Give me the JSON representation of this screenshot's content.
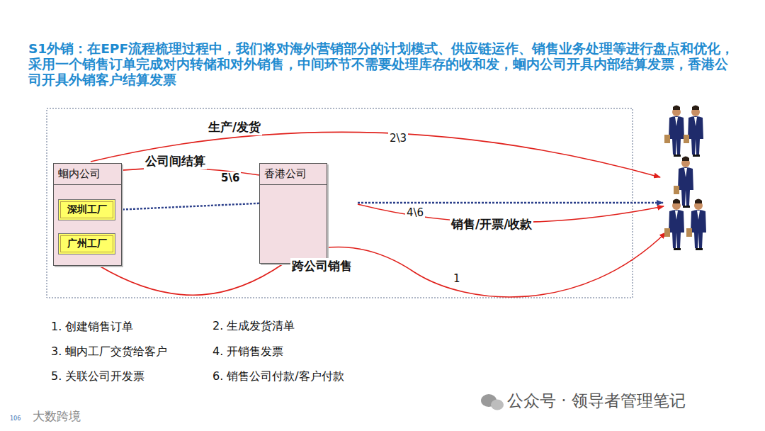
{
  "diagram": {
    "title": "S1外销：在EPF流程梳理过程中，我们将对海外营销部分的计划模式、供应链运作、销售业务处理等进行盘点和优化，采用一个销售订单完成对内转储和对外销售，中间环节不需要处理库存的收和发，蛔内公司开具内部结算发票，香港公司开具外销客户结算发票",
    "nodes": [
      {
        "text": [
          "蛔内公司"
        ]
      },
      {
        "text": [
          "深圳工厂"
        ],
        "in": 0
      },
      {
        "text": [
          "广州工厂"
        ],
        "in": 0
      },
      {
        "text": [
          "香港公司"
        ]
      }
    ],
    "edges": [
      {
        "from": 0,
        "to": 3,
        "label": "公司间结算",
        "arrow": "none"
      },
      {
        "from": 1,
        "to": 3,
        "arrow": "none"
      }
    ],
    "labels": [
      "生产/发货",
      "2\\3",
      "5\\6",
      "4\\6",
      "销售/开票/收款",
      "跨公司销售",
      "1",
      "1. 创建销售订单",
      "2. 生成发货清单",
      "3. 蛔内工厂交货给客户",
      "4. 开销售发票",
      "5. 关联公司开发票",
      "6. 销售公司付款/客户付款",
      "公众号 · 领导者管理笔记",
      "大数跨境",
      "106"
    ]
  }
}
